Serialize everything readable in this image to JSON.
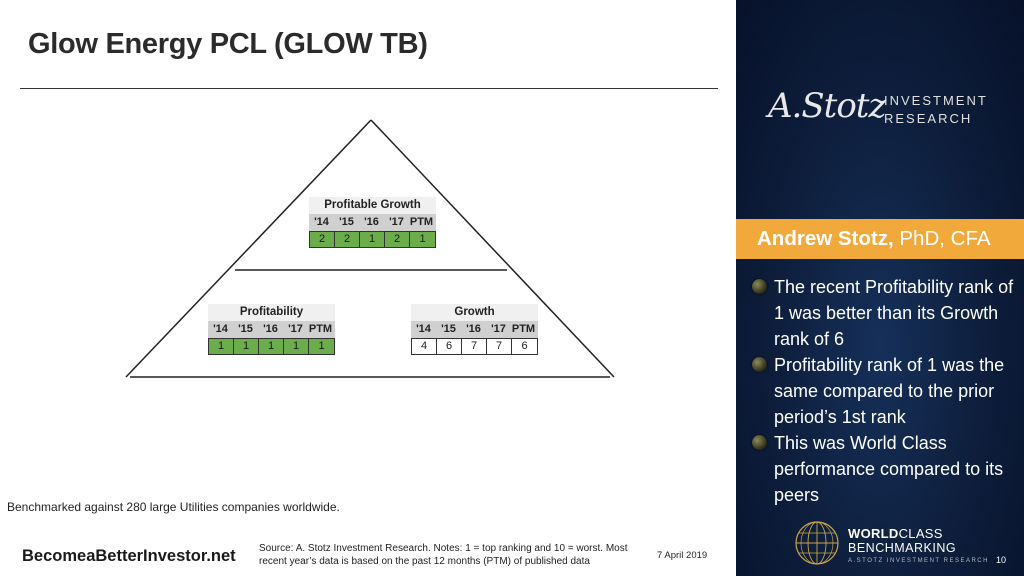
{
  "slide": {
    "title": "Glow Energy PCL (GLOW TB)",
    "benchmark_note": "Benchmarked against 280 large Utilities companies worldwide.",
    "website": "BecomeaBetterInvestor.net",
    "source_note": "Source: A. Stotz Investment Research. Notes: 1 = top ranking and 10 = worst. Most recent year’s data is based on the past 12 months (PTM) of published data",
    "date": "7 April 2019",
    "page_number": "10"
  },
  "rankings": {
    "profitable_growth": {
      "title": "Profitable Growth",
      "years": [
        "'14",
        "'15",
        "'16",
        "'17",
        "PTM"
      ],
      "values": [
        "2",
        "2",
        "1",
        "2",
        "1"
      ],
      "color": "#6aad4a"
    },
    "profitability": {
      "title": "Profitability",
      "years": [
        "'14",
        "'15",
        "'16",
        "'17",
        "PTM"
      ],
      "values": [
        "1",
        "1",
        "1",
        "1",
        "1"
      ],
      "color": "#6aad4a"
    },
    "growth": {
      "title": "Growth",
      "years": [
        "'14",
        "'15",
        "'16",
        "'17",
        "PTM"
      ],
      "values": [
        "4",
        "6",
        "7",
        "7",
        "6"
      ],
      "color": "#ffffff"
    }
  },
  "sidebar": {
    "logo_script": "A.Stotz",
    "logo_line1": "INVESTMENT",
    "logo_line2": "RESEARCH",
    "author_name": "Andrew Stotz,",
    "author_credentials": " PhD, CFA",
    "bullets": [
      "The recent Profitability rank of 1 was better than its Growth rank of 6",
      "Profitability rank of 1 was the same compared to the prior period’s 1st rank",
      "This was World Class performance compared to its peers"
    ],
    "wcb_line1_bold": "WORLD",
    "wcb_line1_rest": "CLASS",
    "wcb_line2": "BENCHMARKING",
    "wcb_line3": "A.STOTZ INVESTMENT RESEARCH"
  },
  "colors": {
    "accent_orange": "#f2a93b",
    "sidebar_navy": "#0d1d3a",
    "rank_green": "#6aad4a"
  }
}
